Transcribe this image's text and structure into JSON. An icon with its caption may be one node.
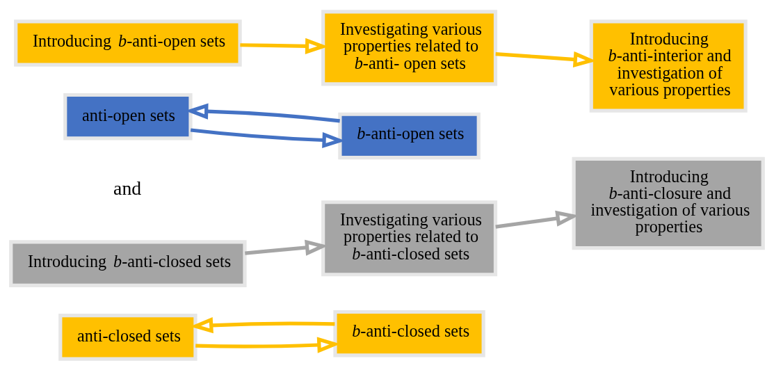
{
  "diagram": {
    "nodes": [
      {
        "text": [
          "Introducing *b*-anti-open sets"
        ]
      },
      {
        "text": [
          "Investigating various properties related to *b*-anti- open sets"
        ]
      },
      {
        "text": [
          "Introducing *b*-anti-interior and investigation of various properties"
        ]
      },
      {
        "text": [
          "anti-open sets"
        ]
      },
      {
        "text": [
          "*b*-anti-open sets"
        ]
      },
      {
        "text": [
          "Introducing *b*-anti-closed sets"
        ]
      },
      {
        "text": [
          "Investigating various properties related to *b*-anti-closed sets"
        ]
      },
      {
        "text": [
          "Introducing *b*-anti-closure and investigation of various properties"
        ]
      },
      {
        "text": [
          "anti-closed sets"
        ]
      },
      {
        "text": [
          "*b*-anti-closed sets"
        ]
      }
    ],
    "edges": [
      {
        "from": 0,
        "to": 1,
        "arrow": "to"
      },
      {
        "from": 1,
        "to": 2,
        "arrow": "to"
      },
      {
        "from": 3,
        "to": 4,
        "arrow": "to",
        "color": "#4472c4"
      },
      {
        "from": 4,
        "to": 3,
        "arrow": "to",
        "color": "#4472c4"
      },
      {
        "from": 5,
        "to": 6,
        "arrow": "to",
        "color": "#a5a5a5"
      },
      {
        "from": 6,
        "to": 7,
        "arrow": "to",
        "color": "#a5a5a5"
      },
      {
        "from": 8,
        "to": 9,
        "arrow": "to"
      },
      {
        "from": 9,
        "to": 8,
        "arrow": "to"
      }
    ],
    "labels": [
      "and"
    ]
  }
}
